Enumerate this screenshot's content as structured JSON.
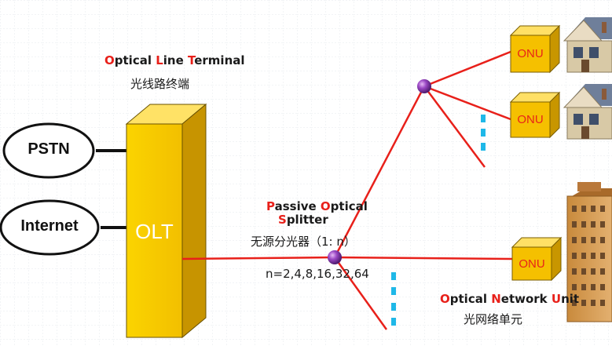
{
  "olt": {
    "title_letter1": "O",
    "title_rest1": "ptical ",
    "title_letter2": "L",
    "title_rest2": "ine ",
    "title_letter3": "T",
    "title_rest3": "erminal",
    "subtitle": "光线路终端",
    "box_label": "OLT"
  },
  "sources": [
    {
      "label": "PSTN"
    },
    {
      "label": "Internet"
    }
  ],
  "splitter": {
    "title_letter1": "P",
    "title_rest1": "assive ",
    "title_letter2": "O",
    "title_rest2": "ptical",
    "title_letter3": "S",
    "title_rest3": "plitter",
    "subtitle": "无源分光器（1: n）",
    "ratio": "n=2,4,8,16,32,64"
  },
  "onu": {
    "box_label": "ONU",
    "title_letter1": "O",
    "title_rest1": "ptical ",
    "title_letter2": "N",
    "title_rest2": "etwork ",
    "title_letter3": "U",
    "title_rest3": "nit",
    "subtitle": "光网络单元"
  },
  "colors": {
    "fiber": "#e8201a",
    "olt_face": "#f7c600",
    "olt_side": "#c99600",
    "onu_face": "#f5c000",
    "splitter": "#8e3fb0",
    "dots": "#1fb8e8",
    "grid": "#d8dde4"
  },
  "icons": {
    "house": "house-icon",
    "building": "office-building-icon",
    "splitter": "splitter-node-icon"
  }
}
